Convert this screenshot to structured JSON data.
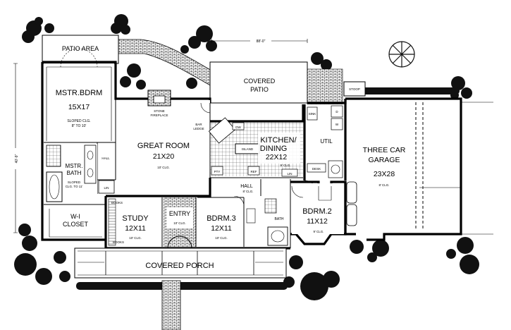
{
  "overall_width": "88'-0\"",
  "overall_depth": "40'-9\"",
  "rooms": {
    "patio_area": "PATIO AREA",
    "covered_patio": [
      "COVERED",
      "PATIO"
    ],
    "stoop": "STOOP",
    "master_bedroom": {
      "name": "MSTR.BDRM",
      "size": "15X17",
      "note": [
        "SLOPED CLG.",
        "8\" TO 10'"
      ]
    },
    "great_room": {
      "name": "GREAT ROOM",
      "size": "21X20",
      "note": "10' CLG."
    },
    "stone_fireplace": [
      "STONE",
      "FIREPLACE"
    ],
    "bar_ledge": [
      "BAR",
      "LEDGE"
    ],
    "kitchen_dining": {
      "name": [
        "KITCHEN/",
        "DINING"
      ],
      "size": "22X12",
      "note": "9' CLG."
    },
    "island": "ISLAND",
    "dw": "DW",
    "pty": "PTY",
    "ref": "REF",
    "lin_kitchen": "LIN",
    "desk": "DESK",
    "sink": "SINK",
    "dryer": "D",
    "washer": "W",
    "utility": "UTIL",
    "hall_master": "HALL",
    "lin_master": "LIN",
    "master_bath": {
      "name": [
        "MSTR.",
        "BATH"
      ],
      "note": [
        "SLOPED",
        "CLG. TO 11'"
      ]
    },
    "walk_in_closet": {
      "name": "W-I",
      "sub": "CLOSET"
    },
    "study": {
      "name": "STUDY",
      "size": "12X11",
      "note": "10' CLG."
    },
    "books": "BOOKS",
    "entry": {
      "name": "ENTRY",
      "note": "10' CLG."
    },
    "bedroom3": {
      "name": "BDRM.3",
      "size": "12X11",
      "note": "10' CLG."
    },
    "hall_bed": {
      "name": "HALL",
      "note": "8' CLG."
    },
    "bath": "BATH",
    "bedroom2": {
      "name": "BDRM.2",
      "size": "11X12",
      "note": "9' CLG."
    },
    "garage": {
      "name": [
        "THREE CAR",
        "GARAGE"
      ],
      "size": "23X28",
      "note": "8' CLG."
    },
    "covered_porch": "COVERED PORCH"
  }
}
